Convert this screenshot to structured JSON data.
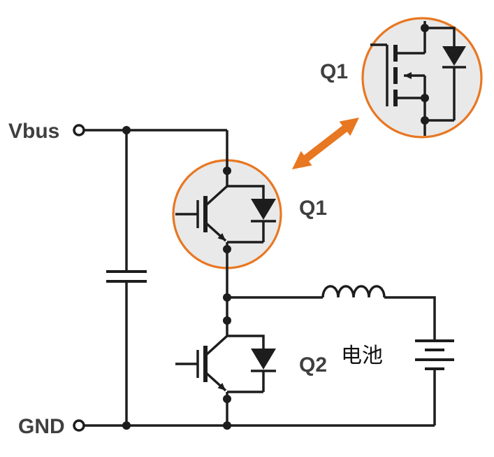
{
  "diagram": {
    "title": "Half-bridge power stage with Q1 device comparison callout",
    "labels": {
      "vbus": "Vbus",
      "gnd": "GND",
      "q1": "Q1",
      "q2": "Q2",
      "q1_callout": "Q1",
      "battery": "电池"
    },
    "colors": {
      "accent_orange": "#E87722",
      "wire": "#1D1D1D",
      "highlight_fill": "#E9E9E9",
      "label_text": "#3F3F3F",
      "background": "#FFFFFF"
    },
    "icons": {
      "vbus-terminal-icon": "open circle node",
      "gnd-terminal-icon": "open circle node",
      "capacitor-icon": "two parallel plates",
      "igbt-icon": "IGBT transistor symbol with emitter arrow",
      "freewheel-diode-icon": "filled triangle with cathode bar",
      "inductor-icon": "four-hump coil",
      "battery-icon": "alternating long/short plates",
      "mosfet-icon": "MOSFET symbol with body diode",
      "swap-arrow-icon": "orange double-headed arrow",
      "junction-dot-icon": "filled connection dot"
    }
  }
}
